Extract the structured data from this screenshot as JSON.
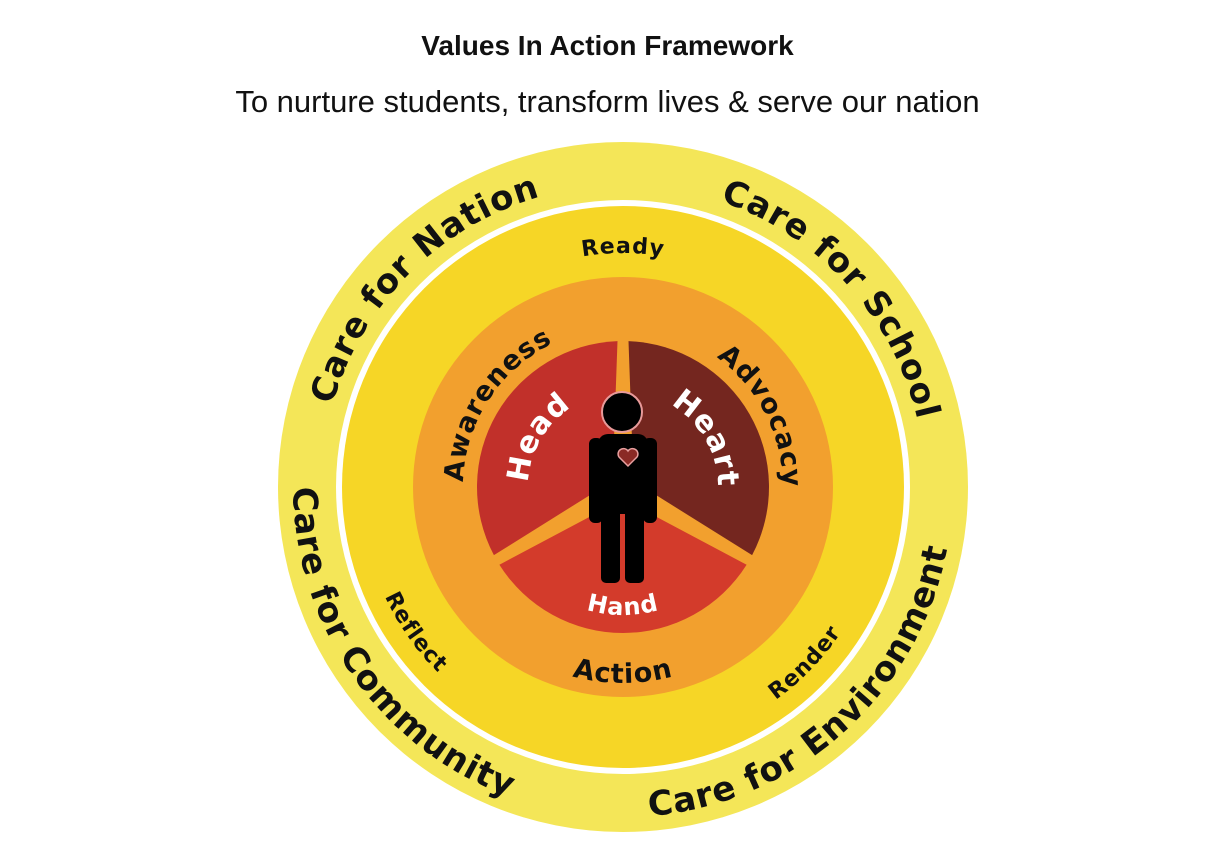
{
  "title": "Values In Action Framework",
  "subtitle": "To nurture students, transform lives & serve our nation",
  "outer_ring": [
    "Care for Nation",
    "Care for School",
    "Care for Environment",
    "Care for Community"
  ],
  "middle_ring": [
    "Ready",
    "Reflect",
    "Render"
  ],
  "inner_ring": [
    "Awareness",
    "Advocacy",
    "Action"
  ],
  "core": [
    "Head",
    "Heart",
    "Hand"
  ],
  "colors": {
    "outer": "#F4E658",
    "middle": "#F6D626",
    "inner": "#F2A02E",
    "head": "#C1302A",
    "heart": "#74261F",
    "hand": "#D33B2B"
  }
}
